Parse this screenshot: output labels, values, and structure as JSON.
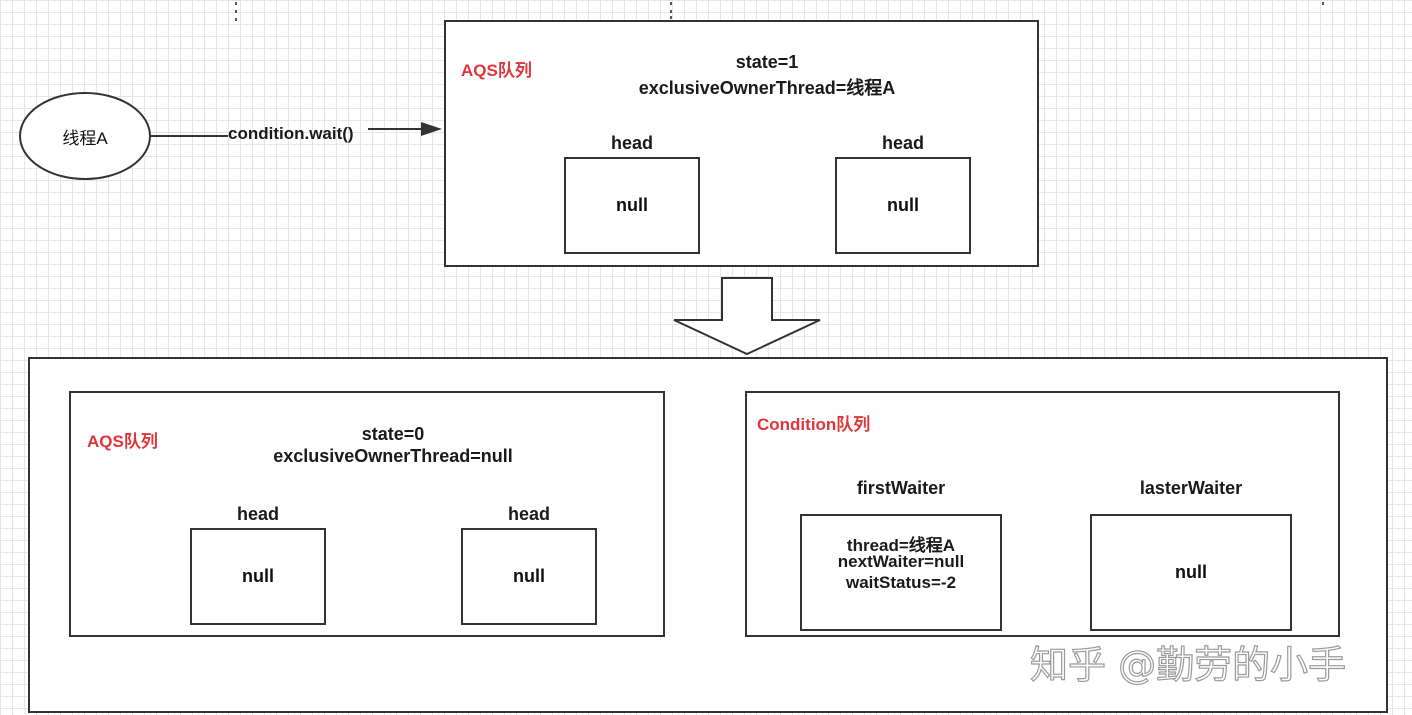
{
  "thread": {
    "label": "线程A"
  },
  "edge": {
    "label": "condition.wait()"
  },
  "top_aqs": {
    "title": "AQS队列",
    "state": "state=1",
    "owner": "exclusiveOwnerThread=线程A",
    "nodes": [
      {
        "caption": "head",
        "value": "null"
      },
      {
        "caption": "head",
        "value": "null"
      }
    ]
  },
  "bottom_aqs": {
    "title": "AQS队列",
    "state": "state=0",
    "owner": "exclusiveOwnerThread=null",
    "nodes": [
      {
        "caption": "head",
        "value": "null"
      },
      {
        "caption": "head",
        "value": "null"
      }
    ]
  },
  "condition_queue": {
    "title": "Condition队列",
    "first": {
      "caption": "firstWaiter",
      "lines": [
        "thread=线程A",
        "nextWaiter=null",
        "waitStatus=-2"
      ]
    },
    "last": {
      "caption": "lasterWaiter",
      "value": "null"
    }
  },
  "watermark": "知乎 @勤劳的小手",
  "colors": {
    "title_red": "#e0353a",
    "stroke": "#333333"
  }
}
